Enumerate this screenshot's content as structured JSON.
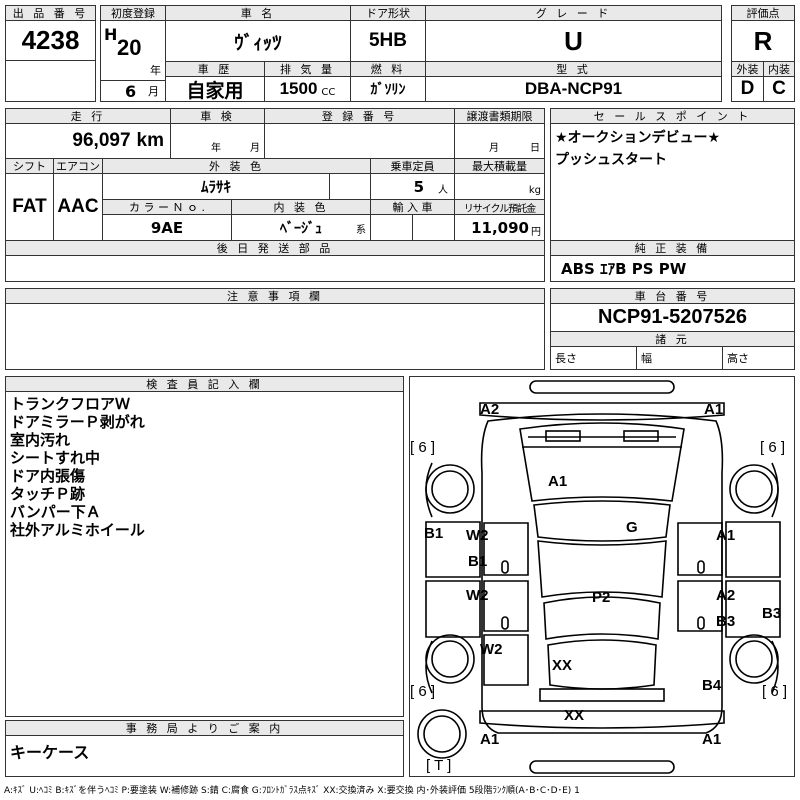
{
  "top": {
    "lot_no": {
      "label": "出 品 番 号",
      "value": "4238"
    },
    "first_reg": {
      "label": "初度登録",
      "era": "H",
      "year": "20",
      "year_unit": "年",
      "month": "6",
      "month_unit": "月"
    },
    "car_name": {
      "label": "車 名",
      "value": "ｳﾞｨｯﾂ"
    },
    "door": {
      "label": "ドア形状",
      "value": "5HB"
    },
    "grade": {
      "label": "グ レ ー ド",
      "value": "U"
    },
    "score": {
      "label": "評価点",
      "value": "R"
    },
    "history": {
      "label": "車 歴",
      "value": "自家用"
    },
    "displacement": {
      "label": "排 気 量",
      "value": "1500",
      "unit": "CC"
    },
    "fuel": {
      "label": "燃 料",
      "value": "ｶﾞｿﾘﾝ"
    },
    "model": {
      "label": "型 式",
      "value": "DBA-NCP91"
    },
    "exterior": {
      "label": "外装",
      "value": "D"
    },
    "interior": {
      "label": "内装",
      "value": "C"
    }
  },
  "row2": {
    "mileage": {
      "label": "走 行",
      "value": "96,097",
      "unit": "km"
    },
    "inspection": {
      "label": "車 検",
      "year_unit": "年",
      "month_unit": "月"
    },
    "reg_no": {
      "label": "登 録 番 号"
    },
    "transfer": {
      "label": "譲渡書類期限",
      "month_unit": "月",
      "day_unit": "日"
    },
    "shift": {
      "label": "シフト",
      "value": "FAT"
    },
    "aircon": {
      "label": "エアコン",
      "value": "AAC"
    },
    "ext_color": {
      "label": "外 装 色",
      "value": "ﾑﾗｻｷ"
    },
    "capacity": {
      "label": "乗車定員",
      "value": "5",
      "unit": "人"
    },
    "max_load": {
      "label": "最大積載量",
      "unit": "kg"
    },
    "color_no": {
      "label": "カ ラ ー Ｎ ｏ .",
      "value": "9AE"
    },
    "int_color": {
      "label": "内 装 色",
      "value": "ﾍﾞｰｼﾞｭ",
      "unit": "系"
    },
    "import": {
      "label": "輸 入 車"
    },
    "recycle": {
      "label": "リサイクル預託金",
      "value": "11,090",
      "unit": "円"
    },
    "later_parts": {
      "label": "後 日 発 送 部 品"
    }
  },
  "sales_point": {
    "label": "セ ー ル ス ポ イ ン ト",
    "lines": [
      "★オークションデビュー★",
      "プッシュスタート"
    ]
  },
  "equipment": {
    "label": "純 正 装 備",
    "value": "ABS ｴｱB PS PW"
  },
  "notes": {
    "label": "注 意 事 項 欄"
  },
  "chassis": {
    "label": "車 台 番 号",
    "value": "NCP91-5207526"
  },
  "specs": {
    "label": "諸 元",
    "length": "長さ",
    "width": "幅",
    "height": "高さ"
  },
  "inspector": {
    "label": "検 査 員 記 入 欄",
    "lines": [
      "トランクフロアＷ",
      "ドアミラーＰ剥がれ",
      "室内汚れ",
      "シートすれ中",
      "ドア内張傷",
      "タッチＰ跡",
      "バンパー下Ａ",
      "社外アルミホイール"
    ]
  },
  "office": {
    "label": "事 務 局 よ り ご 案 内",
    "value": "キーケース"
  },
  "diagram": {
    "marks": {
      "front_left": "A2",
      "front_right": "A1",
      "hood": "A1",
      "roof": "G",
      "left_pillar": "B1",
      "left_front_door_a": "W2",
      "left_front_door_b": "B1",
      "right_front_door": "A1",
      "left_rear_door": "W2",
      "right_rear_door_a": "A2",
      "right_rear_door_b": "B3",
      "right_rear_quarter": "B3",
      "interior": "P2",
      "left_rear_quarter": "W2",
      "trunk": "XX",
      "right_rear": "B4",
      "rear_bumper": "XX",
      "rear_left": "A1",
      "rear_right": "A1"
    },
    "tire_labels": {
      "tl": "6",
      "tr": "6",
      "bl": "6",
      "br": "6"
    },
    "spare": "T",
    "zero": "0"
  },
  "legend": "A:ｷｽﾞ U:ﾍｺﾐ B:ｷｽﾞを伴うﾍｺﾐ P:要塗装 W:補修跡 S:錆 C:腐食 G:ﾌﾛﾝﾄｶﾞﾗｽ点ｷｽﾞ XX:交換済み X:要交換 内･外装評価 5段階ﾗﾝｸ順(A･B･C･D･E) 1"
}
